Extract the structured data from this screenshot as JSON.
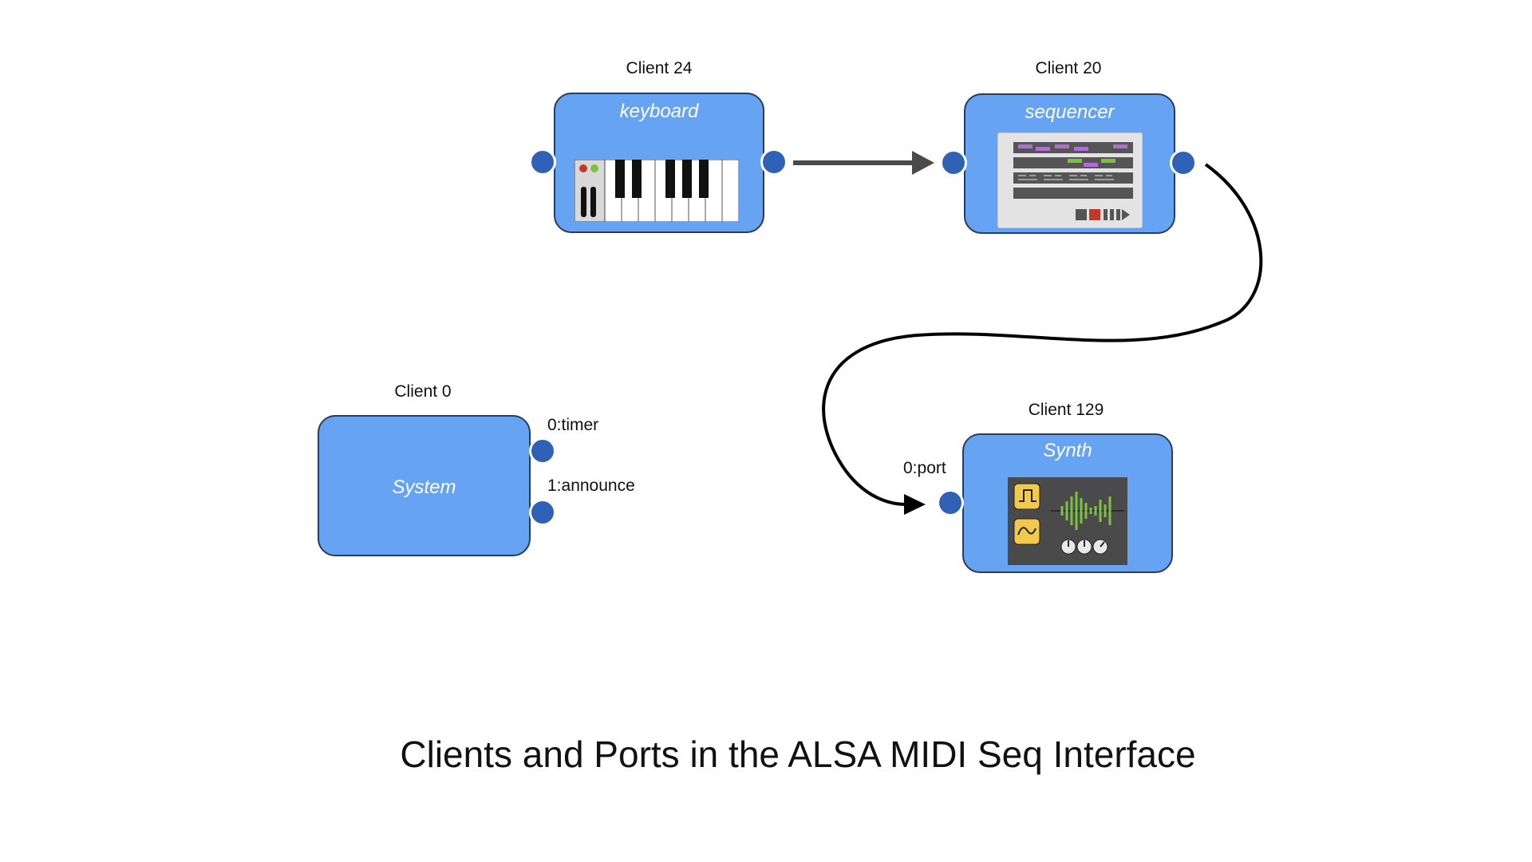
{
  "clients": {
    "keyboard": {
      "client_label": "Client 24",
      "title": "keyboard"
    },
    "sequencer": {
      "client_label": "Client 20",
      "title": "sequencer"
    },
    "system": {
      "client_label": "Client 0",
      "title": "System",
      "ports": [
        "0:timer",
        "1:announce"
      ]
    },
    "synth": {
      "client_label": "Client 129",
      "title": "Synth",
      "port": "0:port"
    }
  },
  "caption": "Clients and Ports in the ALSA MIDI Seq Interface",
  "colors": {
    "node_fill": "#66a3f2",
    "node_border": "#2a3c5c",
    "port_fill": "#2f62b6",
    "arrow_gray": "#4a4a4a",
    "wire_black": "#000000"
  },
  "icons": {
    "keyboard": "midi-keyboard-icon",
    "sequencer": "sequencer-window-icon",
    "synth": "synth-waveform-icon"
  }
}
